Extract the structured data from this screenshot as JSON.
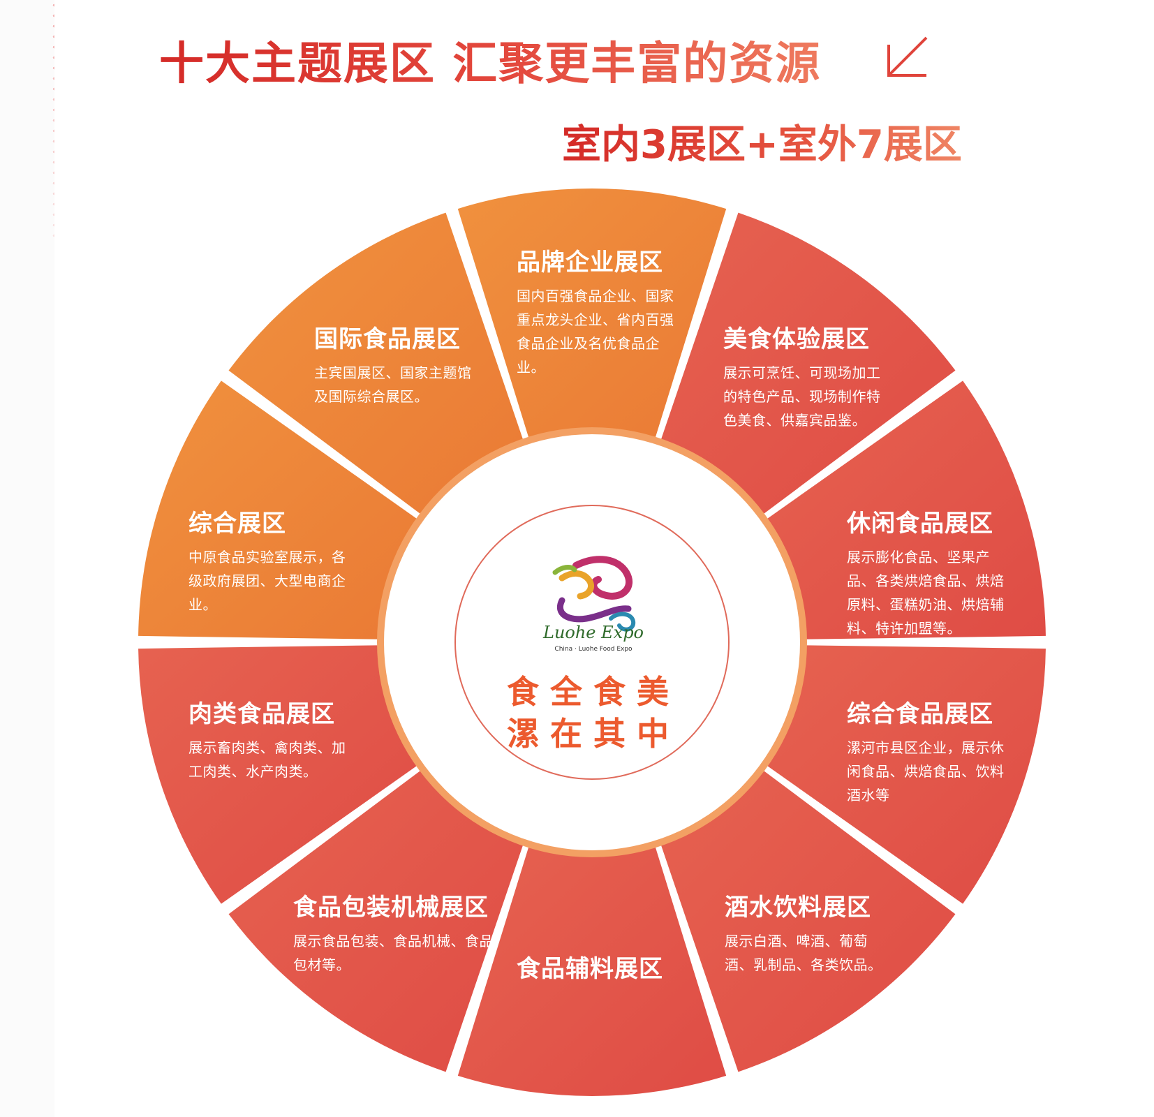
{
  "header": {
    "title": "十大主题展区 汇聚更丰富的资源",
    "subtitle": "室内3展区+室外7展区"
  },
  "colors": {
    "title_red": "#d9322f",
    "orange": "#ee8536",
    "red": "#e2554a",
    "ring_orange": "#f29a5a",
    "inner_circle_line": "#e06a5a"
  },
  "zones": [
    {
      "title": "品牌企业展区",
      "desc": "国内百强食品企业、国家重点龙头企业、省内百强食品企业及名优食品企业。",
      "tone": "orange"
    },
    {
      "title": "美食体验展区",
      "desc": "展示可烹饪、可现场加工的特色产品、现场制作特色美食、供嘉宾品鉴。",
      "tone": "red"
    },
    {
      "title": "休闲食品展区",
      "desc": "展示膨化食品、坚果产品、各类烘焙食品、烘焙原料、蛋糕奶油、烘焙辅料、特许加盟等。",
      "tone": "red"
    },
    {
      "title": "综合食品展区",
      "desc": "漯河市县区企业，展示休闲食品、烘焙食品、饮料酒水等",
      "tone": "red"
    },
    {
      "title": "酒水饮料展区",
      "desc": "展示白酒、啤酒、葡萄酒、乳制品、各类饮品。",
      "tone": "red"
    },
    {
      "title": "食品辅料展区",
      "desc": "",
      "tone": "red"
    },
    {
      "title": "食品包装机械展区",
      "desc": "展示食品包装、食品机械、食品包材等。",
      "tone": "red"
    },
    {
      "title": "肉类食品展区",
      "desc": "展示畜肉类、禽肉类、加工肉类、水产肉类。",
      "tone": "red"
    },
    {
      "title": "综合展区",
      "desc": "中原食品实验室展示，各级政府展团、大型电商企业。",
      "tone": "orange"
    },
    {
      "title": "国际食品展区",
      "desc": "主宾国展区、国家主题馆及国际综合展区。",
      "tone": "orange"
    }
  ],
  "center": {
    "logo_text": "Luohe Expo",
    "logo_subtext": "China · Luohe Food Expo",
    "slogan_line1": "食全食美",
    "slogan_line2": "漯在其中"
  }
}
